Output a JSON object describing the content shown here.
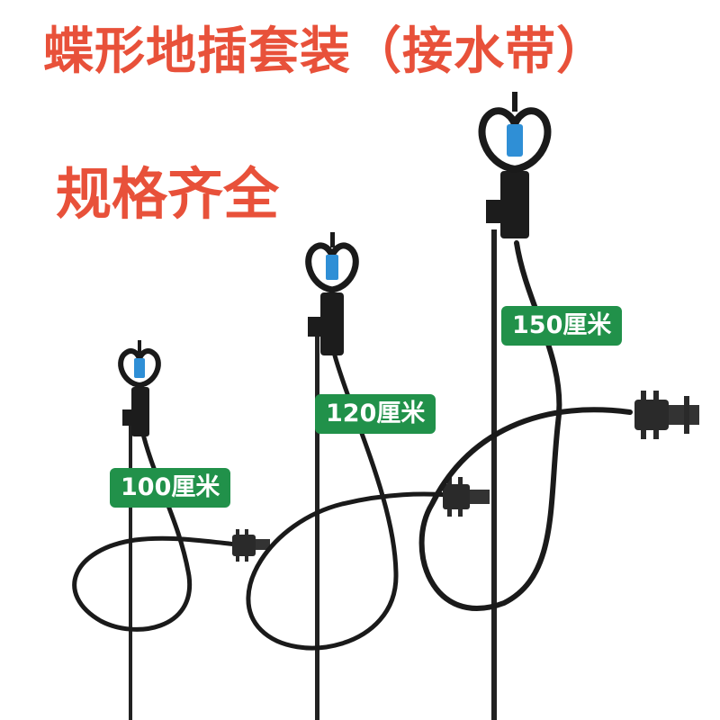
{
  "title": "蝶形地插套装（接水带）",
  "subtitle": "规格齐全",
  "badges": {
    "small": "100厘米",
    "medium": "120厘米",
    "large": "150厘米"
  },
  "colors": {
    "title": "#e8513a",
    "badge": "#21914a",
    "hose": "#1a1a1a",
    "nozzle": "#2f8fd6"
  }
}
